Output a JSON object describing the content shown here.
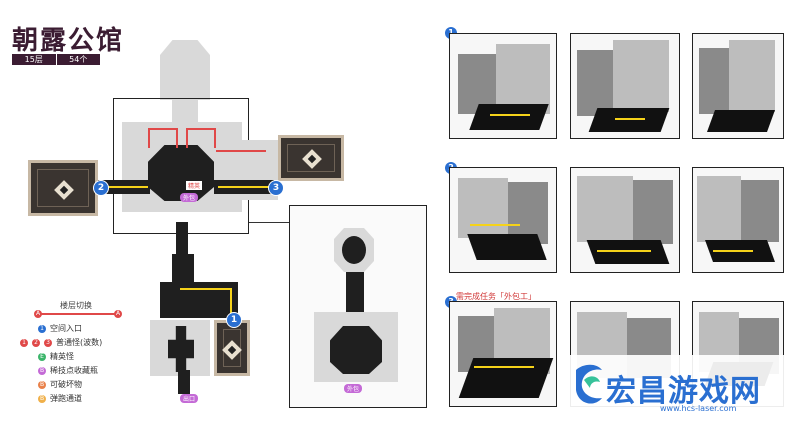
{
  "title": "朝露公馆",
  "subtitle": {
    "floors": "15层",
    "count": "54个"
  },
  "map": {
    "entries": [
      "2",
      "3",
      "1"
    ],
    "label_elite": "精英",
    "label_exit": "出口",
    "label_alt": "外包"
  },
  "legend": {
    "header": "楼层切换",
    "marker_a": "A",
    "items": [
      {
        "dots": [
          "1"
        ],
        "color": "#2a6fd1",
        "text": "空间入口"
      },
      {
        "dots": [
          "1",
          "2",
          "3"
        ],
        "color": "#e04848",
        "text": "普通怪(波数)"
      },
      {
        "dots": [
          "E"
        ],
        "color": "#3bb56a",
        "text": "精英怪"
      },
      {
        "dots": [
          "B"
        ],
        "color": "#c46ad6",
        "text": "稀技点收藏瓶"
      },
      {
        "dots": [
          "B"
        ],
        "color": "#e9814a",
        "text": "可破坏物"
      },
      {
        "dots": [
          "B"
        ],
        "color": "#f0b04a",
        "text": "弹跑通道"
      }
    ]
  },
  "panels": {
    "row_numbers": [
      "1",
      "2",
      "3"
    ],
    "note": "需完成任务「外包工」"
  },
  "watermark": {
    "text": "宏昌游戏网",
    "url": "www.hcs-laser.com"
  }
}
